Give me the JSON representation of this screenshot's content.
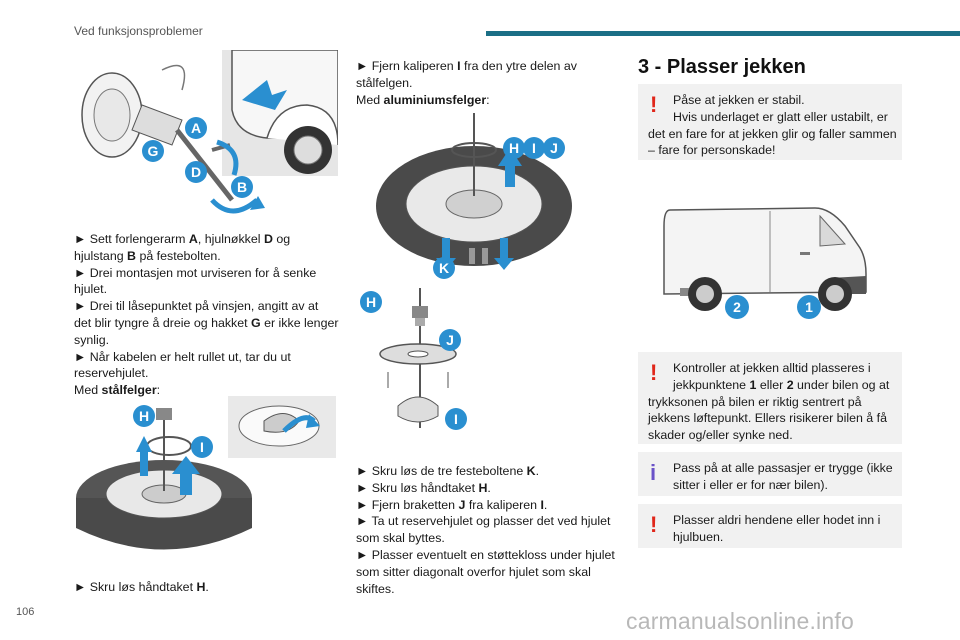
{
  "header": {
    "title": "Ved funksjonsproblemer",
    "accent": "#1b6f86"
  },
  "page_number": "106",
  "watermark": "carmanualsonline.info",
  "col1": {
    "figure1": {
      "labels": [
        "A",
        "G",
        "D",
        "B"
      ]
    },
    "lines": [
      "► Sett forlengerarm A, hjulnøkkel D og",
      "hjulstang B på festebolten.",
      "► Drei montasjen mot urviseren for å senke",
      "hjulet.",
      "► Drei til låsepunktet på vinsjen, angitt av at",
      "det blir tyngre å dreie og hakket G er ikke lenger",
      "synlig.",
      "► Når kabelen er helt rullet ut, tar du ut",
      "reservehjulet."
    ],
    "steel_prefix": "Med ",
    "steel_label": "stålfelger",
    "steel_suffix": ":",
    "figure2": {
      "labels": [
        "H",
        "I"
      ]
    },
    "after_fig": "► Skru løs håndtaket H."
  },
  "col2": {
    "lines_top": [
      "► Fjern kaliperen I fra den ytre delen av",
      "stålfelgen."
    ],
    "alu_prefix": "Med ",
    "alu_label": "aluminiumsfelger",
    "alu_suffix": ":",
    "figure3": {
      "labels": [
        "H",
        "I",
        "J",
        "K"
      ]
    },
    "figure4": {
      "labels": [
        "H",
        "J",
        "I"
      ]
    },
    "lines_bottom": [
      "► Skru løs de tre festeboltene K.",
      "► Skru løs håndtaket H.",
      "► Fjern braketten J fra kaliperen I.",
      "► Ta ut reservehjulet og plasser det ved hjulet",
      "som skal byttes.",
      "► Plasser eventuelt en støttekloss under hjulet",
      "som sitter diagonalt overfor hjulet som skal",
      "skiftes."
    ]
  },
  "col3": {
    "title": "3 - Plasser jekken",
    "warn1": {
      "icon": "!",
      "lines": [
        "Påse at jekken er stabil.",
        "Hvis underlaget er glatt eller ustabilt, er",
        "det en fare for at jekken glir og faller sammen",
        "– fare for personskade!"
      ]
    },
    "figure5": {
      "labels": [
        "2",
        "1"
      ]
    },
    "warn2": {
      "icon": "!",
      "lines": [
        "Kontroller at jekken alltid plasseres i",
        "jekkpunktene 1 eller 2 under bilen og at",
        "trykksonen på bilen er riktig sentrert på",
        "jekkens løftepunkt. Ellers risikerer bilen å få",
        "skader og/eller synke ned."
      ]
    },
    "info1": {
      "icon": "i",
      "lines": [
        "Pass på at alle passasjer er trygge (ikke",
        "sitter i eller er for nær bilen)."
      ]
    },
    "warn3": {
      "icon": "!",
      "lines": [
        "Plasser aldri hendene eller hodet inn i",
        "hjulbuen."
      ]
    }
  },
  "colors": {
    "label_blue": "#2a8fd0",
    "warn_red": "#e0261a",
    "info_purple": "#6a52c8",
    "box_bg": "#f1f1f1"
  }
}
